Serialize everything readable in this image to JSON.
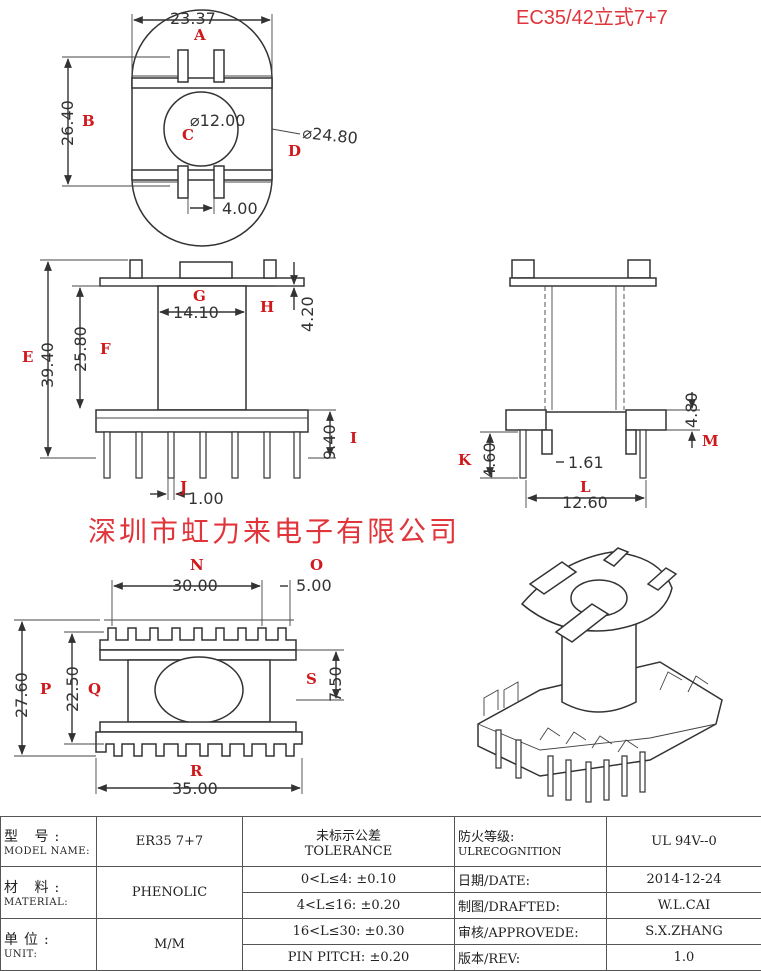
{
  "title": "EC35/42立式7+7",
  "company": "深圳市虹力来电子有限公司",
  "top_view": {
    "width": "23.37",
    "height": "26.40",
    "bore": "⌀12.00",
    "outer": "⌀24.80",
    "slot": "4.00",
    "labels": {
      "a": "A",
      "b": "B",
      "c": "C",
      "d": "D"
    }
  },
  "front_view": {
    "total_height": "39.40",
    "winding_height": "25.80",
    "core_width": "14.10",
    "flange": "4.20",
    "base_height": "9.40",
    "pin_dia": "1.00",
    "labels": {
      "e": "E",
      "f": "F",
      "g": "G",
      "h": "H",
      "i": "I",
      "j": "J"
    }
  },
  "side_view": {
    "pin_length": "4.60",
    "pin_offset": "1.61",
    "base_width": "12.60",
    "base_height": "4.80",
    "labels": {
      "k": "K",
      "l": "L",
      "m": "M"
    }
  },
  "bottom_view": {
    "pin_span": "30.00",
    "pin_pitch": "5.00",
    "total_depth": "27.60",
    "inner_depth": "22.50",
    "pin_row": "7.50",
    "total_width": "35.00",
    "labels": {
      "n": "N",
      "o": "O",
      "p": "P",
      "q": "Q",
      "r": "R",
      "s": "S"
    }
  },
  "title_block": {
    "model_label_cn": "型 号:",
    "model_label_en": "MODEL NAME:",
    "model_value": "ER35 7+7",
    "tolerance_label_cn": "未标示公差",
    "tolerance_label_en": "TOLERANCE",
    "fire_label_cn": "防火等级:",
    "fire_label_en": "ULRECOGNITION",
    "fire_value": "UL 94V--0",
    "material_label_cn": "材 料:",
    "material_label_en": "MATERIAL:",
    "material_value": "PHENOLIC",
    "unit_label_cn": "单位:",
    "unit_label_en": "UNIT:",
    "unit_value": "M/M",
    "tol_rows": [
      "0<L≤4:  ±0.10",
      "4<L≤16: ±0.20",
      "16<L≤30: ±0.30",
      "PIN PITCH: ±0.20"
    ],
    "date_label": "日期/DATE:",
    "date_value": "2014-12-24",
    "drafted_label": "制图/DRAFTED:",
    "drafted_value": "W.L.CAI",
    "approved_label": "审核/APPROVEDE:",
    "approved_value": "S.X.ZHANG",
    "rev_label": "版本/REV:",
    "rev_value": "1.0"
  }
}
